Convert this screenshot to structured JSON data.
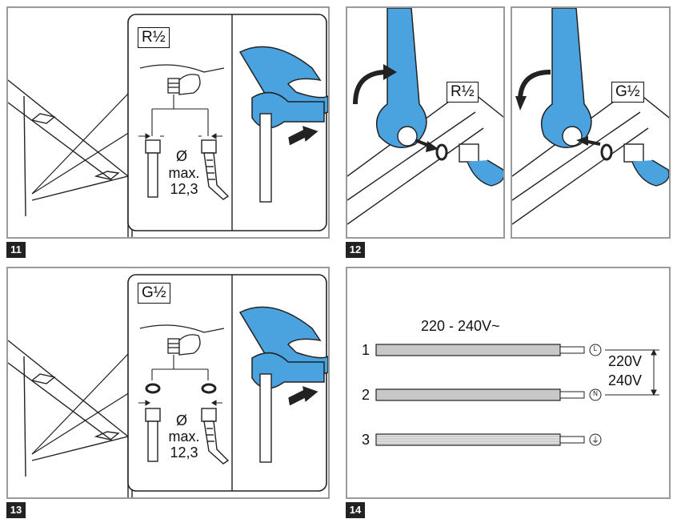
{
  "steps": [
    {
      "number": "11",
      "thread_label": "R½",
      "diameter_symbol": "Ø",
      "max_label": "max.",
      "max_value": "12,3"
    },
    {
      "number": "12",
      "thread_label_left": "R½",
      "thread_label_right": "G½"
    },
    {
      "number": "13",
      "thread_label": "G½",
      "diameter_symbol": "Ø",
      "max_label": "max.",
      "max_value": "12,3"
    },
    {
      "number": "14",
      "voltage_range": "220 - 240V~",
      "wires": [
        {
          "number": "1",
          "terminal": "L"
        },
        {
          "number": "2",
          "terminal": "N"
        },
        {
          "number": "3",
          "terminal": "⏚"
        }
      ],
      "voltage_a": "220V",
      "voltage_b": "240V"
    }
  ],
  "colors": {
    "tool_blue": "#4aa3df",
    "panel_border": "#9a9a9a",
    "wire_grey": "#c8c8c8"
  }
}
